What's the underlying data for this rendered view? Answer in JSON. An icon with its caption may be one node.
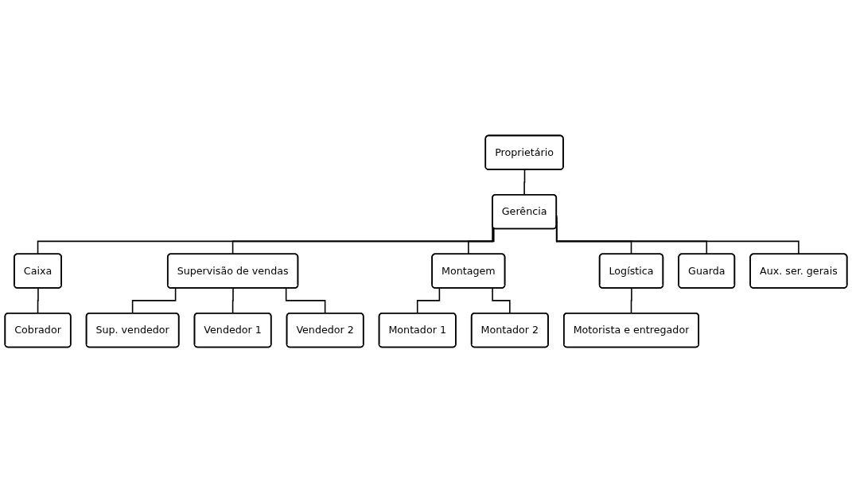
{
  "diagram": {
    "nodes": [
      {
        "text": [
          "Proprietário"
        ]
      },
      {
        "text": [
          "Gerência"
        ]
      },
      {
        "text": [
          "Caixa"
        ]
      },
      {
        "text": [
          "Supervisão de vendas"
        ]
      },
      {
        "text": [
          "Montagem"
        ]
      },
      {
        "text": [
          "Logística"
        ]
      },
      {
        "text": [
          "Cobrador"
        ]
      },
      {
        "text": [
          "Sup. vendedor"
        ]
      },
      {
        "text": [
          "Vendedor 1"
        ]
      },
      {
        "text": [
          "Vendedor 2"
        ]
      },
      {
        "text": [
          "Montador 1"
        ]
      },
      {
        "text": [
          "Montador 2"
        ]
      },
      {
        "text": [
          "Motorista e entregador"
        ]
      },
      {
        "text": [
          "Guarda"
        ]
      },
      {
        "text": [
          "Aux. ser. gerais"
        ]
      }
    ],
    "edges": [
      {
        "from": 0,
        "to": 1,
        "arrow": "none"
      },
      {
        "from": 1,
        "to": 2,
        "arrow": "none"
      },
      {
        "from": 1,
        "to": 13,
        "arrow": "none"
      },
      {
        "from": 1,
        "to": 14,
        "arrow": "none"
      },
      {
        "from": 1,
        "to": 3,
        "arrow": "none"
      },
      {
        "from": 1,
        "to": 4,
        "arrow": "none"
      },
      {
        "from": 1,
        "to": 5,
        "arrow": "none"
      },
      {
        "from": 2,
        "to": 6,
        "arrow": "none"
      },
      {
        "from": 3,
        "to": 7,
        "arrow": "none"
      },
      {
        "from": 3,
        "to": 8,
        "arrow": "none"
      },
      {
        "from": 3,
        "to": 9,
        "arrow": "none"
      },
      {
        "from": 4,
        "to": 10,
        "arrow": "none"
      },
      {
        "from": 4,
        "to": 11,
        "arrow": "none"
      },
      {
        "from": 5,
        "to": 12,
        "arrow": "none"
      }
    ]
  }
}
